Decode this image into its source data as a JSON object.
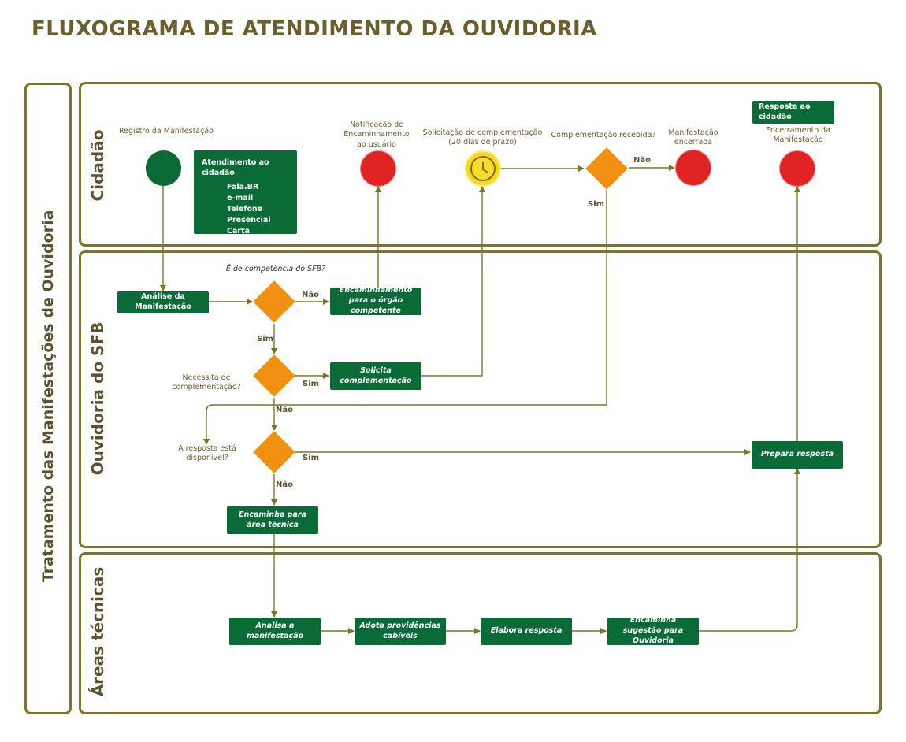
{
  "title": "FLUXOGRAMA DE ATENDIMENTO DA OUVIDORIA",
  "lanes": {
    "outer": "Tratamento das Manifestações de Ouvidoria",
    "cidadao": "Cidadão",
    "ouvidoria": "Ouvidoria do SFB",
    "areas": "Áreas técnicas"
  },
  "labels": {
    "registro": "Registro da Manifestação",
    "notificacao": "Notificação de Encaminhamento ao usuário",
    "solicitacao": "Solicitação de complementação (20 dias de prazo)",
    "complementacao_recebida": "Complementação recebida?",
    "manifestacao_encerrada": "Manifestação encerrada",
    "encerramento": "Encerramento da Manifestação",
    "competencia": "É de competência do SFB?",
    "necessita": "Necessita de complementação?",
    "resposta_disponivel": "A resposta está disponível?"
  },
  "boxes": {
    "atendimento_title": "Atendimento ao cidadão",
    "atendimento_items": [
      "Fala.BR",
      "e-mail",
      "Telefone",
      "Presencial",
      "Carta"
    ],
    "resposta_cidadao": "Resposta ao cidadão",
    "analise": "Análise da Manifestação",
    "encaminhamento_orgao": "Encaminhamento para o órgão competente",
    "solicita_complementacao": "Solicita complementação",
    "prepara_resposta": "Prepara resposta",
    "encaminha_area": "Encaminha para área técnica",
    "analisa": "Analisa a manifestação",
    "adota": "Adota providências cabíveis",
    "elabora": "Elabora resposta",
    "encaminha_sugestao": "Encaminha sugestão para Ouvidoria"
  },
  "answers": {
    "nao": "Não",
    "sim": "Sim"
  },
  "colors": {
    "green": "#0b6b36",
    "red": "#e02424",
    "orange": "#f29111",
    "yellow": "#f5d820",
    "line": "#7d7425",
    "title": "#6b5e2c"
  }
}
